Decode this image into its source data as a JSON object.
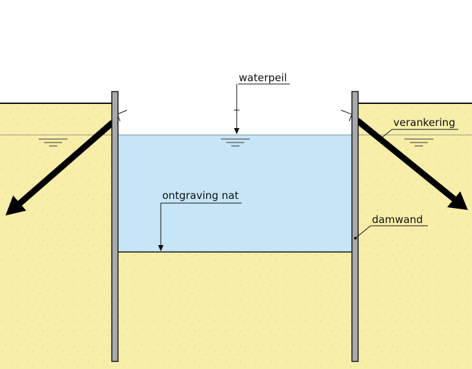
{
  "labels": {
    "water_level": "waterpeil",
    "excavation": "ontgraving nat",
    "anchor": "verankering",
    "sheet_pile": "damwand"
  },
  "colors": {
    "soil": "#f7eeaa",
    "water": "#c6e6f7",
    "sheet_pile": "#a7a9ab",
    "anchor": "#000000",
    "outline": "#111111"
  },
  "elements": {
    "left_sheet_pile": "sheet-pile",
    "right_sheet_pile": "sheet-pile",
    "left_anchor": "anchor-arrow",
    "right_anchor": "anchor-arrow",
    "water_level_symbols": "water-level-icon"
  }
}
